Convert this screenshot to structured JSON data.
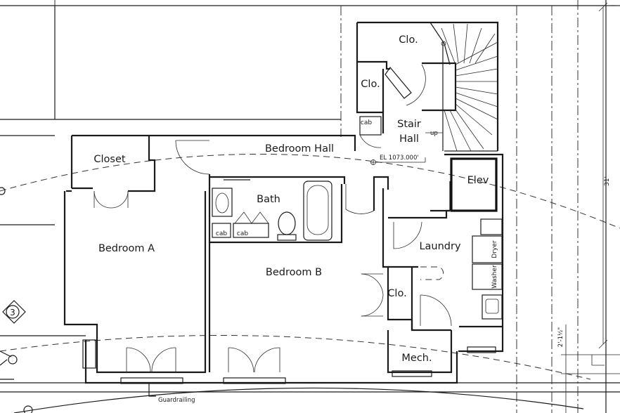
{
  "rooms": {
    "closet": "Closet",
    "bedroom_hall": "Bedroom Hall",
    "bath": "Bath",
    "bedroom_a": "Bedroom A",
    "bedroom_b": "Bedroom B",
    "laundry": "Laundry",
    "clo_stair_top": "Clo.",
    "clo_stair_mid": "Clo.",
    "clo_bedroom_b": "Clo.",
    "stair_hall_line1": "Stair",
    "stair_hall_line2": "Hall",
    "elev": "Elev",
    "mech": "Mech."
  },
  "fixtures": {
    "cab_bath_1": "cab",
    "cab_bath_2": "cab",
    "cab_stair": "cab",
    "washer": "Washer",
    "dryer": "Dryer"
  },
  "annotations": {
    "elevation": "EL 1073.000'",
    "stair_up": "up",
    "guardrailing": "Guardrailing",
    "section_marker": "3",
    "dimension_right": "31'",
    "dimension_bottom": "2'-1½\""
  }
}
